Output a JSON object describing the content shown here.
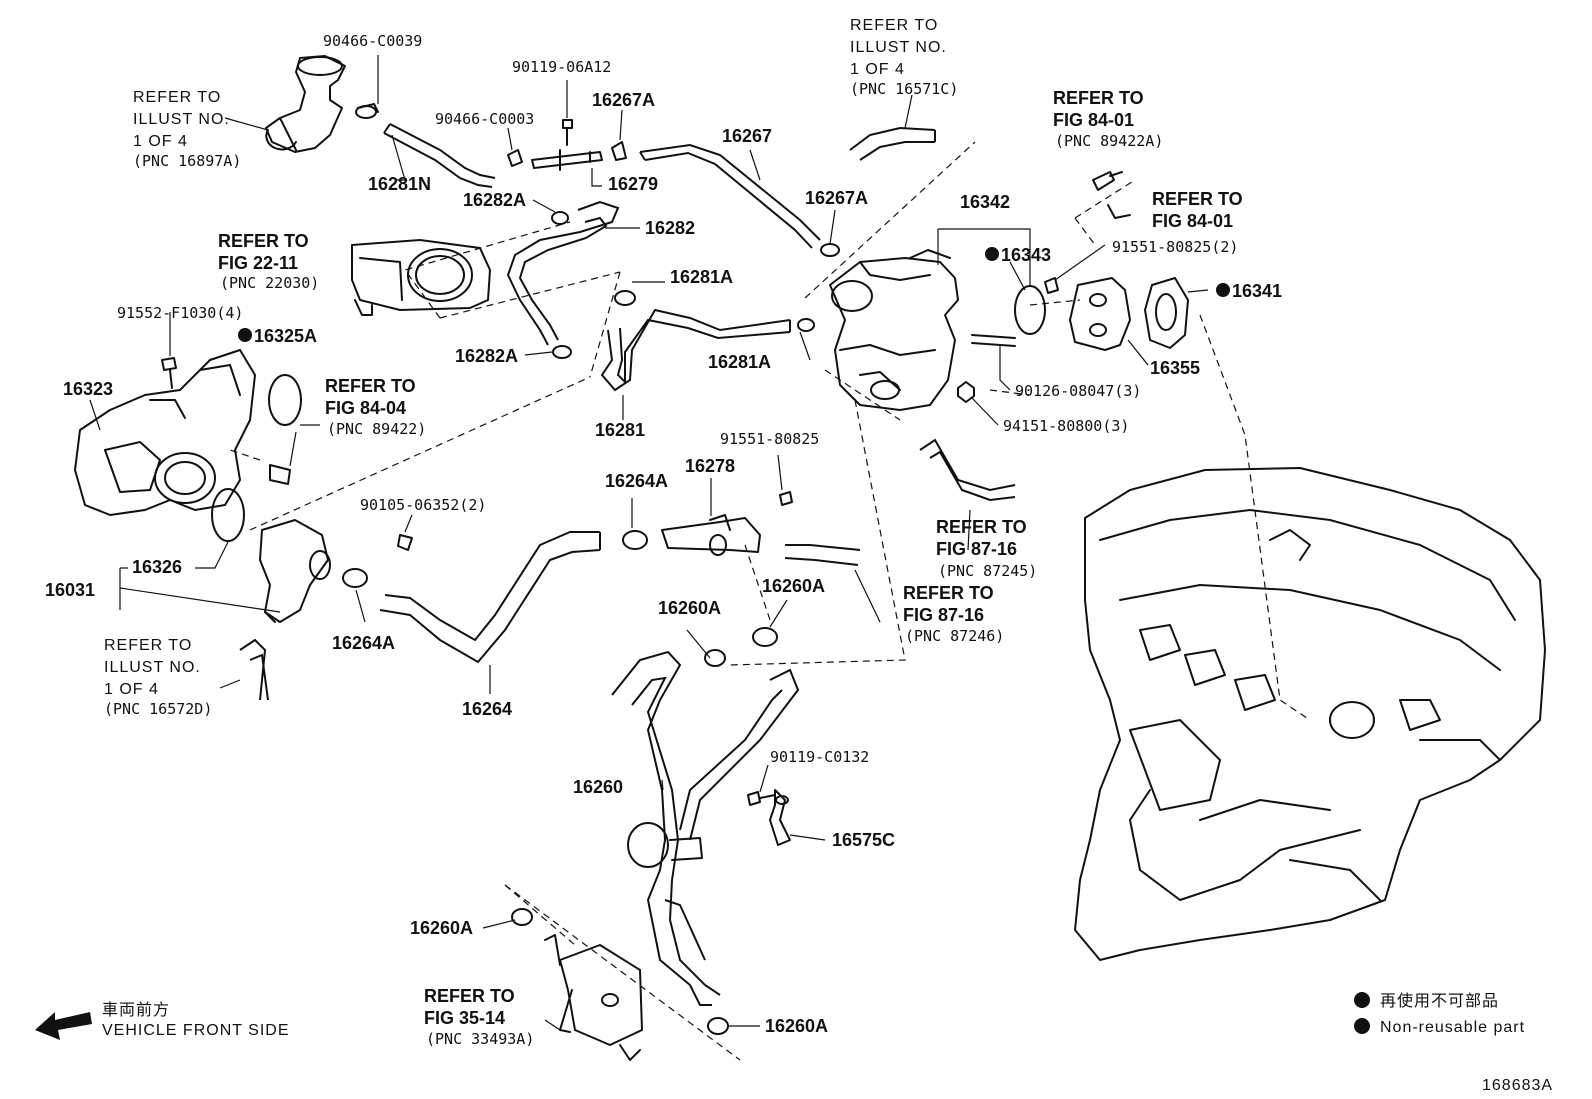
{
  "diagram_id": "168683A",
  "direction": {
    "jp": "車両前方",
    "en": "VEHICLE FRONT SIDE"
  },
  "legend": {
    "jp": "再使用不可部品",
    "en": "Non-reusable part"
  },
  "labels": {
    "p90466_C0039": "90466-C0039",
    "p90119_06A12": "90119-06A12",
    "p90466_C0003": "90466-C0003",
    "p16267A_top": "16267A",
    "p16267": "16267",
    "p16279": "16279",
    "p16281N": "16281N",
    "p16282A_top": "16282A",
    "p16282": "16282",
    "p16267A_mid": "16267A",
    "p16342": "16342",
    "p16343": "16343",
    "p91551_80825_2": "91551-80825(2)",
    "p16341": "16341",
    "p16355": "16355",
    "p16281A_top": "16281A",
    "p16281A_mid": "16281A",
    "p16282A_mid": "16282A",
    "p16281": "16281",
    "p91552_F1030": "91552-F1030(4)",
    "p16325A": "16325A",
    "p16323": "16323",
    "p90126_08047": "90126-08047(3)",
    "p94151_80800": "94151-80800(3)",
    "p91551_80825": "91551-80825",
    "p16264A_top": "16264A",
    "p16278": "16278",
    "p90105_06352": "90105-06352(2)",
    "p16326": "16326",
    "p16031": "16031",
    "p16260A_a": "16260A",
    "p16260A_b": "16260A",
    "p16264A_mid": "16264A",
    "p16264": "16264",
    "p90119_C0132": "90119-C0132",
    "p16260": "16260",
    "p16575C": "16575C",
    "p16260A_c": "16260A",
    "p16260A_d": "16260A"
  },
  "refs": {
    "ref_16897A": [
      "REFER TO",
      "ILLUST NO.",
      "1 OF 4",
      "(PNC 16897A)"
    ],
    "ref_16571C": [
      "REFER TO",
      "ILLUST NO.",
      "1 OF 4",
      "(PNC 16571C)"
    ],
    "ref_89422A": [
      "REFER TO",
      "FIG 84-01",
      "(PNC 89422A)"
    ],
    "ref_84_01": [
      "REFER TO",
      "FIG 84-01"
    ],
    "ref_22030": [
      "REFER TO",
      "FIG 22-11",
      "(PNC 22030)"
    ],
    "ref_89422": [
      "REFER TO",
      "FIG 84-04",
      "(PNC 89422)"
    ],
    "ref_87245": [
      "REFER TO",
      "FIG 87-16",
      "(PNC 87245)"
    ],
    "ref_87246": [
      "REFER TO",
      "FIG 87-16",
      "(PNC 87246)"
    ],
    "ref_16572D": [
      "REFER TO",
      "ILLUST NO.",
      "1 OF 4",
      "(PNC 16572D)"
    ],
    "ref_33493A": [
      "REFER TO",
      "FIG 35-14",
      "(PNC 33493A)"
    ]
  }
}
